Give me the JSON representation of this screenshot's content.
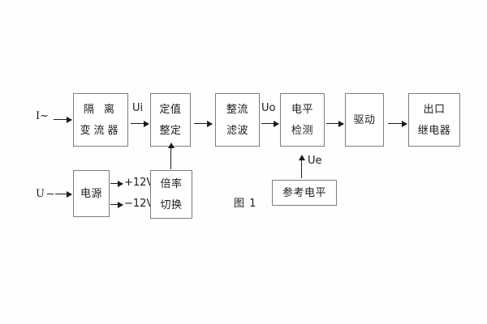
{
  "figure": {
    "caption": "图 1",
    "blocks": [
      {
        "id": "isolation-ct",
        "lines": [
          "隔 离",
          "变流器"
        ]
      },
      {
        "id": "setting",
        "lines": [
          "定值",
          "整定"
        ]
      },
      {
        "id": "rectify-filter",
        "lines": [
          "整流",
          "滤波"
        ]
      },
      {
        "id": "level-detect",
        "lines": [
          "电平",
          "检测"
        ]
      },
      {
        "id": "drive",
        "lines": [
          "驱动"
        ]
      },
      {
        "id": "output-relay",
        "lines": [
          "出口",
          "继电器"
        ]
      },
      {
        "id": "power-supply",
        "lines": [
          "电源"
        ]
      },
      {
        "id": "multiplier-switch",
        "lines": [
          "倍率",
          "切换"
        ]
      },
      {
        "id": "reference-level",
        "lines": [
          "参考电平"
        ]
      }
    ],
    "signals": {
      "current_input": "I~",
      "voltage_input": "U",
      "ui": "Ui",
      "uo": "Uo",
      "ue": "Ue",
      "supply_positive": "+12V",
      "supply_negative": "−12V"
    }
  }
}
